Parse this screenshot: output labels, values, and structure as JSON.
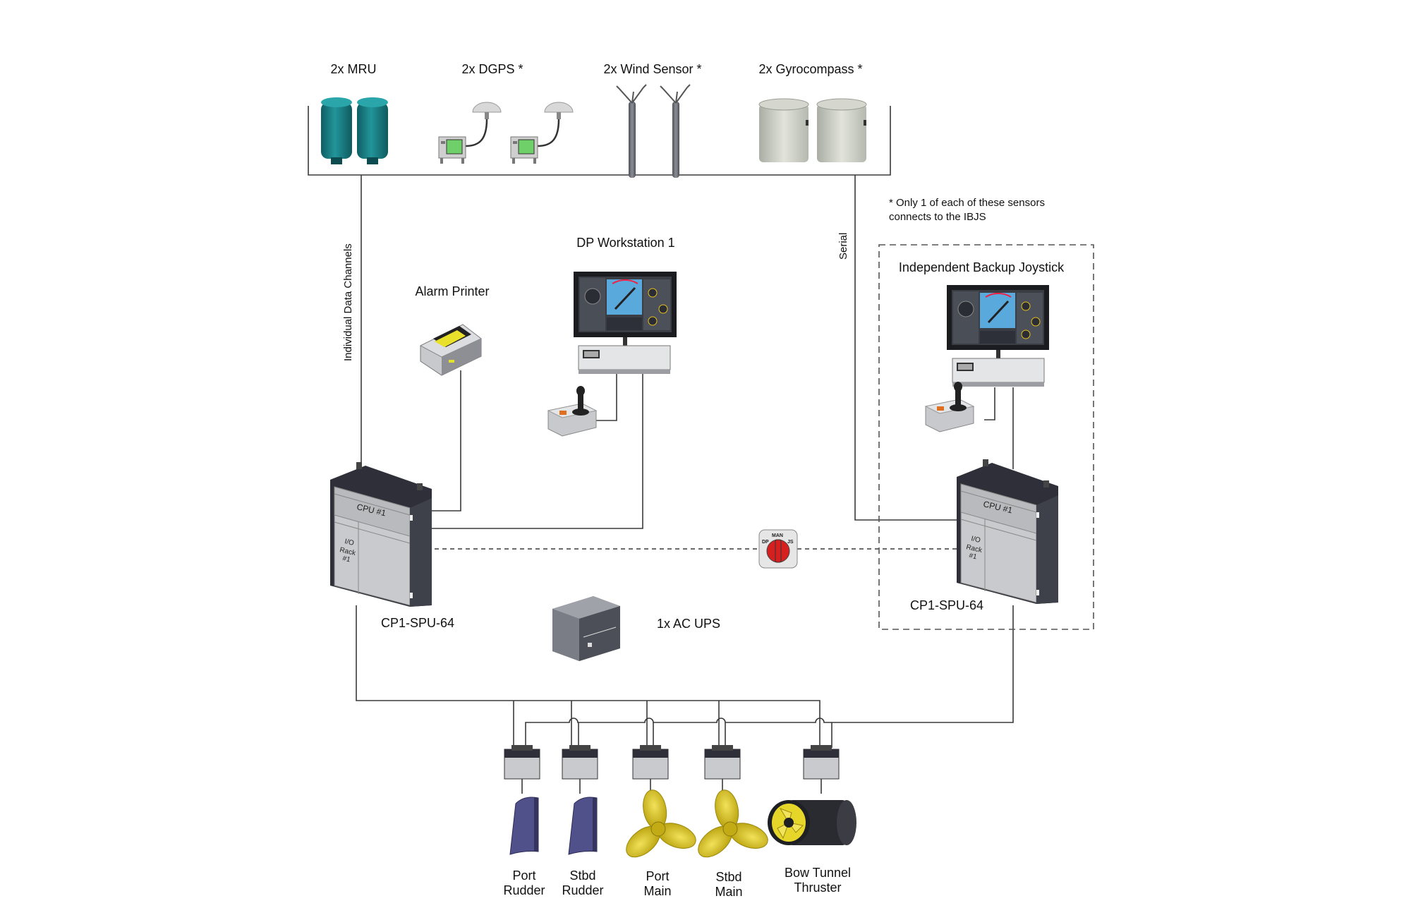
{
  "sensors": {
    "mru": "2x MRU",
    "dgps": "2x DGPS *",
    "wind": "2x Wind Sensor *",
    "gyro": "2x Gyrocompass *"
  },
  "note": "* Only 1 of each of these sensors connects to the IBJS",
  "links": {
    "individual_data_channels": "Individual Data Channels",
    "serial": "Serial"
  },
  "devices": {
    "alarm_printer": "Alarm Printer",
    "dp_workstation": "DP Workstation 1",
    "ibjs": "Independent Backup Joystick",
    "cpu_left": "CP1-SPU-64",
    "cpu_right": "CP1-SPU-64",
    "ups": "1x AC UPS",
    "cabinet_cpu_label": "CPU #1",
    "cabinet_io_label": [
      "I/O",
      "Rack",
      "#1"
    ]
  },
  "switch_positions": {
    "dp": "DP",
    "man": "MAN",
    "js": "JS"
  },
  "actuators": [
    {
      "line1": "Port",
      "line2": "Rudder"
    },
    {
      "line1": "Stbd",
      "line2": "Rudder"
    },
    {
      "line1": "Port",
      "line2": "Main"
    },
    {
      "line1": "Stbd",
      "line2": "Main"
    },
    {
      "line1": "Bow Tunnel",
      "line2": "Thruster"
    }
  ],
  "colors": {
    "line": "#3a3a3a",
    "mru": "#1a7f83",
    "screen": "#5aa9dc",
    "propeller": "#d8c21a",
    "rudder": "#50508a",
    "switch_red": "#d62020",
    "cabinet_dark": "#2e2f38",
    "cabinet_light": "#c9cacd"
  }
}
